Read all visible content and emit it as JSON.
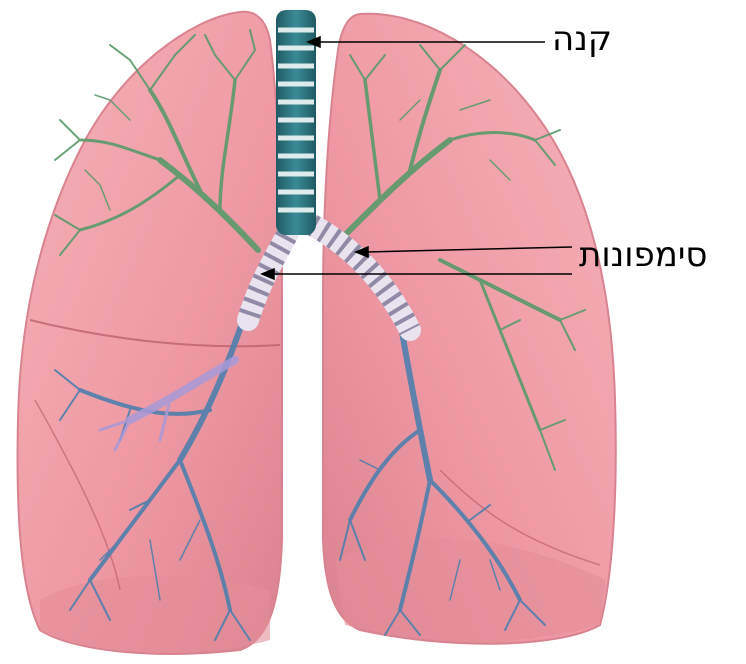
{
  "labels": {
    "trachea": "קנה",
    "bronchi": "סימפונות"
  },
  "colors": {
    "lung_fill": "#ef9aa4",
    "lung_fill_light": "#f7c4c8",
    "lung_shadow": "#d77c88",
    "trachea_dark": "#2a6f7a",
    "trachea_light": "#e8f2f2",
    "tree_green": "#5a9a6a",
    "tree_blue": "#4f7fae",
    "tree_purple": "#a89ad8",
    "arrow": "#000000",
    "label_text": "#000000"
  },
  "icons": {
    "main": "lungs-illustration"
  }
}
